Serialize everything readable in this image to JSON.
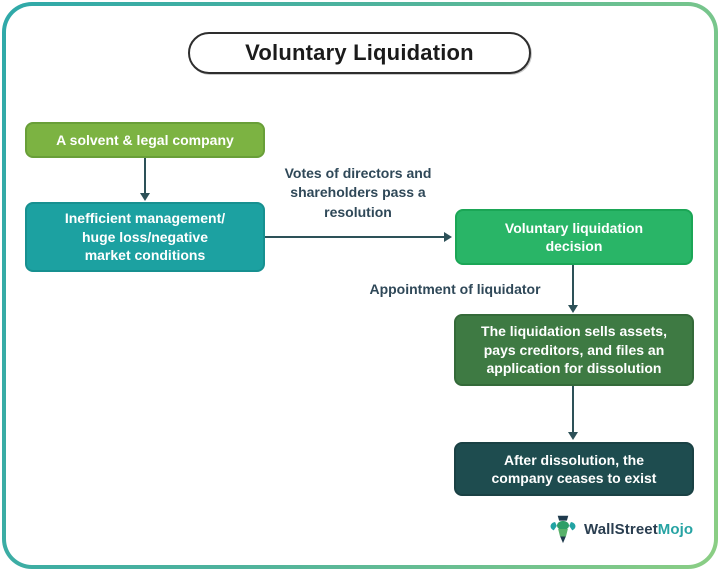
{
  "header": {
    "title": "Voluntary Liquidation"
  },
  "diagram": {
    "nodes": [
      {
        "id": "solvent-company",
        "label": "A solvent & legal company",
        "color": "#7CB342"
      },
      {
        "id": "inefficient-management",
        "label": "Inefficient management/\nhuge loss/negative\nmarket conditions",
        "color": "#1CA1A1"
      },
      {
        "id": "liquidation-decision",
        "label": "Voluntary liquidation\ndecision",
        "color": "#29B567"
      },
      {
        "id": "liquidation-process",
        "label": "The liquidation sells assets,\npays creditors, and files an\napplication for dissolution",
        "color": "#3E7A43"
      },
      {
        "id": "company-ceases",
        "label": "After dissolution, the\ncompany ceases to exist",
        "color": "#1E4C4F"
      }
    ],
    "edge_labels": [
      {
        "id": "votes-resolution",
        "text": "Votes of directors and\nshareholders pass a\nresolution"
      },
      {
        "id": "appointment-liquidator",
        "text": "Appointment of liquidator"
      }
    ],
    "arrow_color": "#2D5158",
    "label_text_color": "#2F4858"
  },
  "frame": {
    "gradient_start": "#2FA9A9",
    "gradient_end": "#8BCE84"
  },
  "footer": {
    "brand": {
      "icon": "wallstreetmojo-bull-icon",
      "primary": "WallStreet",
      "accent": "Mojo",
      "primary_color": "#2A3E50",
      "accent_color": "#26A3A3"
    }
  }
}
